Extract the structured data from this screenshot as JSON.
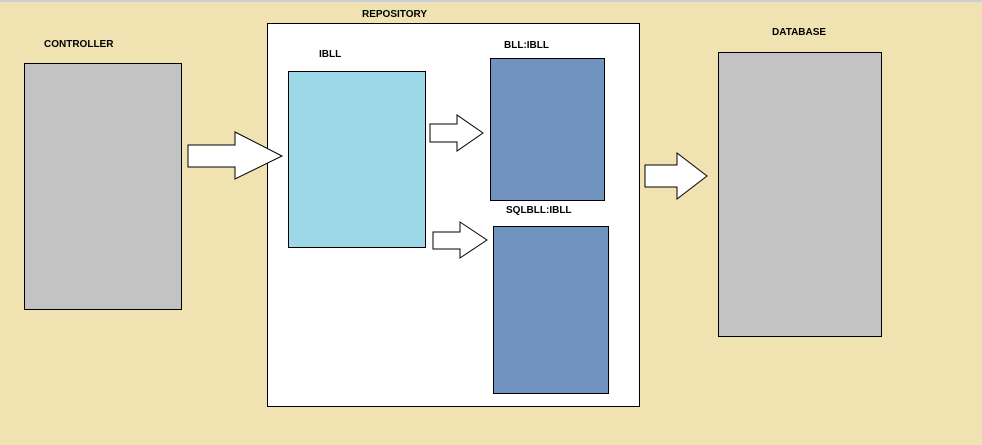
{
  "labels": {
    "controller": "CONTROLLER",
    "repository": "REPOSITORY",
    "ibll": "IBLL",
    "bll": "BLL:IBLL",
    "sqlbll": "SQLBLL:IBLL",
    "database": "DATABASE"
  },
  "colors": {
    "background": "#f0e3b1",
    "controller": "#c3c3c3",
    "database": "#c3c3c3",
    "repository": "#ffffff",
    "ibll": "#9dd8e8",
    "implementation": "#7093bf"
  }
}
